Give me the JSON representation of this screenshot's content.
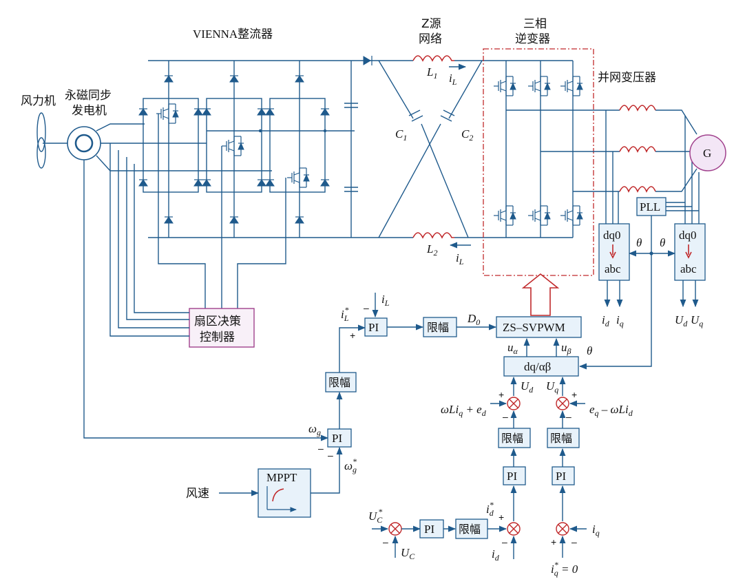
{
  "labels": {
    "vienna": "VIENNA整流器",
    "zsource_1": "Z源",
    "zsource_2": "网络",
    "inverter_1": "三相",
    "inverter_2": "逆变器",
    "grid_transformer": "并网变压器",
    "wind_turbine": "风力机",
    "pmsg_1": "永磁同步",
    "pmsg_2": "发电机",
    "generator_g": "G",
    "pll": "PLL",
    "dq0": "dq0",
    "abc": "abc",
    "theta": "θ",
    "sector_1": "扇区决策",
    "sector_2": "控制器",
    "pi": "PI",
    "limiter": "限幅",
    "d0": "D",
    "d0_sub": "0",
    "svpwm": "ZS–SVPWM",
    "dq_ab": "dq/αβ",
    "mppt": "MPPT",
    "wind_speed": "风速",
    "plus": "+",
    "minus": "–"
  },
  "signals": {
    "L1": "L",
    "L1_sub": "1",
    "L2": "L",
    "L2_sub": "2",
    "C1": "C",
    "C1_sub": "1",
    "C2": "C",
    "C2_sub": "2",
    "iL": "i",
    "iL_sub": "L",
    "iL_star": "i",
    "iL_star_sub": "L",
    "star": "*",
    "u_alpha": "u",
    "u_alpha_sub": "α",
    "u_beta": "u",
    "u_beta_sub": "β",
    "Ud": "U",
    "Ud_sub": "d",
    "Uq": "U",
    "Uq_sub": "q",
    "id": "i",
    "id_sub": "d",
    "iq": "i",
    "iq_sub": "q",
    "omega_g": "ω",
    "omega_g_sub": "g",
    "Uc": "U",
    "Uc_sub": "C",
    "ff_d": "ωLi",
    "ff_d_sub1": "q",
    "ff_d_mid": " + e",
    "ff_d_sub2": "d",
    "ff_q": "e",
    "ff_q_sub1": "q",
    "ff_q_mid": " – ωLi",
    "ff_q_sub2": "d",
    "iq_zero": " = 0"
  },
  "colors": {
    "wire": "#1f5a8c",
    "block_fill": "#e8f2fa",
    "accent_red": "#c0282a",
    "controller_border": "#a0408c",
    "generator_fill": "#f3e6f6"
  }
}
